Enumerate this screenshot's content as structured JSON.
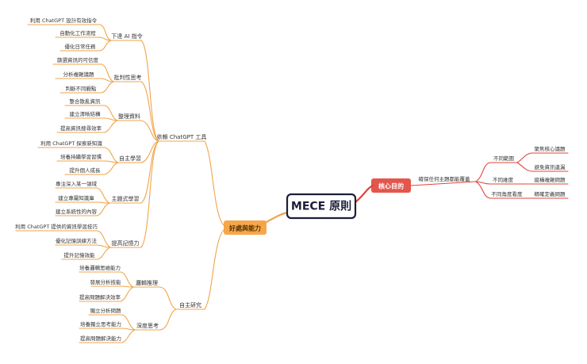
{
  "root": {
    "label": "MECE 原則"
  },
  "left_branch": {
    "label": "好處與能力",
    "color": "#f5a03c",
    "groups": {
      "tools": {
        "label": "依賴 ChatGPT 工具",
        "ai_commands": {
          "label": "下達 AI 指令",
          "items": [
            "利用 ChatGPT 設計有效指令",
            "自動化工作流程",
            "優化日常任務"
          ]
        },
        "critical": {
          "label": "批判性思考",
          "items": [
            "篩選資訊的可信度",
            "分析複雜議題",
            "判斷不同觀點"
          ]
        },
        "organize": {
          "label": "整理資料",
          "items": [
            "整合散亂資訊",
            "建立清晰結構",
            "提高資訊搜尋效率"
          ]
        },
        "self_learning": {
          "label": "自主學習",
          "items": [
            "利用 ChatGPT 探索新知識",
            "培養持續學習習慣",
            "提升個人成長"
          ]
        },
        "thematic": {
          "label": "主題式學習",
          "items": [
            "專注深入某一領域",
            "建立專屬知識庫",
            "建立系統性的內容"
          ]
        },
        "memory": {
          "label": "提高記憶力",
          "items": [
            "利用 ChatGPT 提供的資訊學習技巧",
            "優化記憶訓練方法",
            "提升記憶效能"
          ]
        }
      },
      "research": {
        "label": "自主研究",
        "logic": {
          "label": "邏輯推理",
          "items": [
            "培養邏輯思維能力",
            "發展分析技能",
            "提高問題解決效率"
          ]
        },
        "deep": {
          "label": "深度思考",
          "items": [
            "獨立分析問題",
            "培養獨立思考能力",
            "提高問題解決能力"
          ]
        }
      }
    }
  },
  "right_branch": {
    "label": "核心目的",
    "color": "#e0443a",
    "sub": {
      "label": "確保任何主題都能覆蓋",
      "groups": [
        {
          "label": "不同範圍",
          "items": [
            "聚焦核心議題",
            "避免資訊遺漏"
          ]
        },
        {
          "label": "不同維度",
          "items": [
            "縱橫複雜問題"
          ]
        },
        {
          "label": "不同角度看度",
          "items": [
            "精確定義問題"
          ]
        }
      ]
    }
  }
}
